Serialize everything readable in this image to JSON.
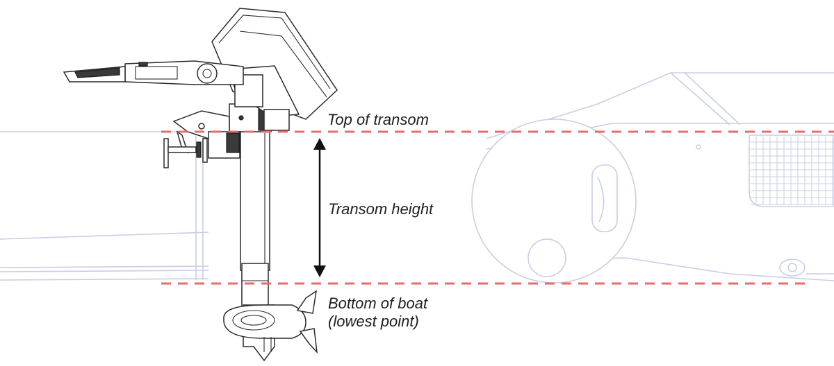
{
  "labels": {
    "top_of_transom": "Top of transom",
    "transom_height": "Transom height",
    "bottom_line1": "Bottom of boat",
    "bottom_line2": "(lowest point)"
  },
  "colors": {
    "guide_line": "#e86a6a",
    "boat_outline": "#c9cde6",
    "motor_outline": "#2a2a2a",
    "arrow": "#111111"
  },
  "icons": {
    "height_arrow": "double-headed-vertical-arrow"
  }
}
